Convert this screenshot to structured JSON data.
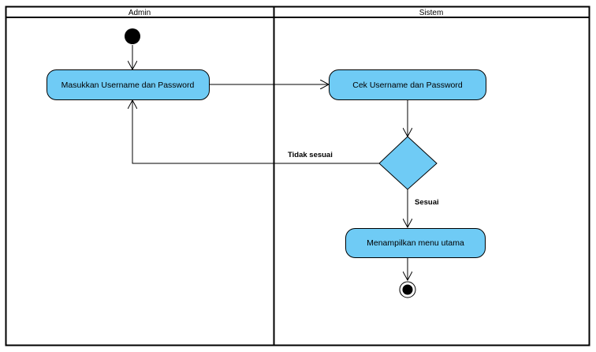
{
  "swimlanes": {
    "admin": {
      "label": "Admin"
    },
    "sistem": {
      "label": "Sistem"
    }
  },
  "activities": {
    "input_credentials": "Masukkan Username dan Password",
    "check_credentials": "Cek Username dan Password",
    "show_main_menu": "Menampilkan menu utama"
  },
  "guards": {
    "not_match": "Tidak sesuai",
    "match": "Sesuai"
  },
  "colors": {
    "activity_fill": "#6fcbf5",
    "stroke": "#000000",
    "background": "#ffffff"
  }
}
